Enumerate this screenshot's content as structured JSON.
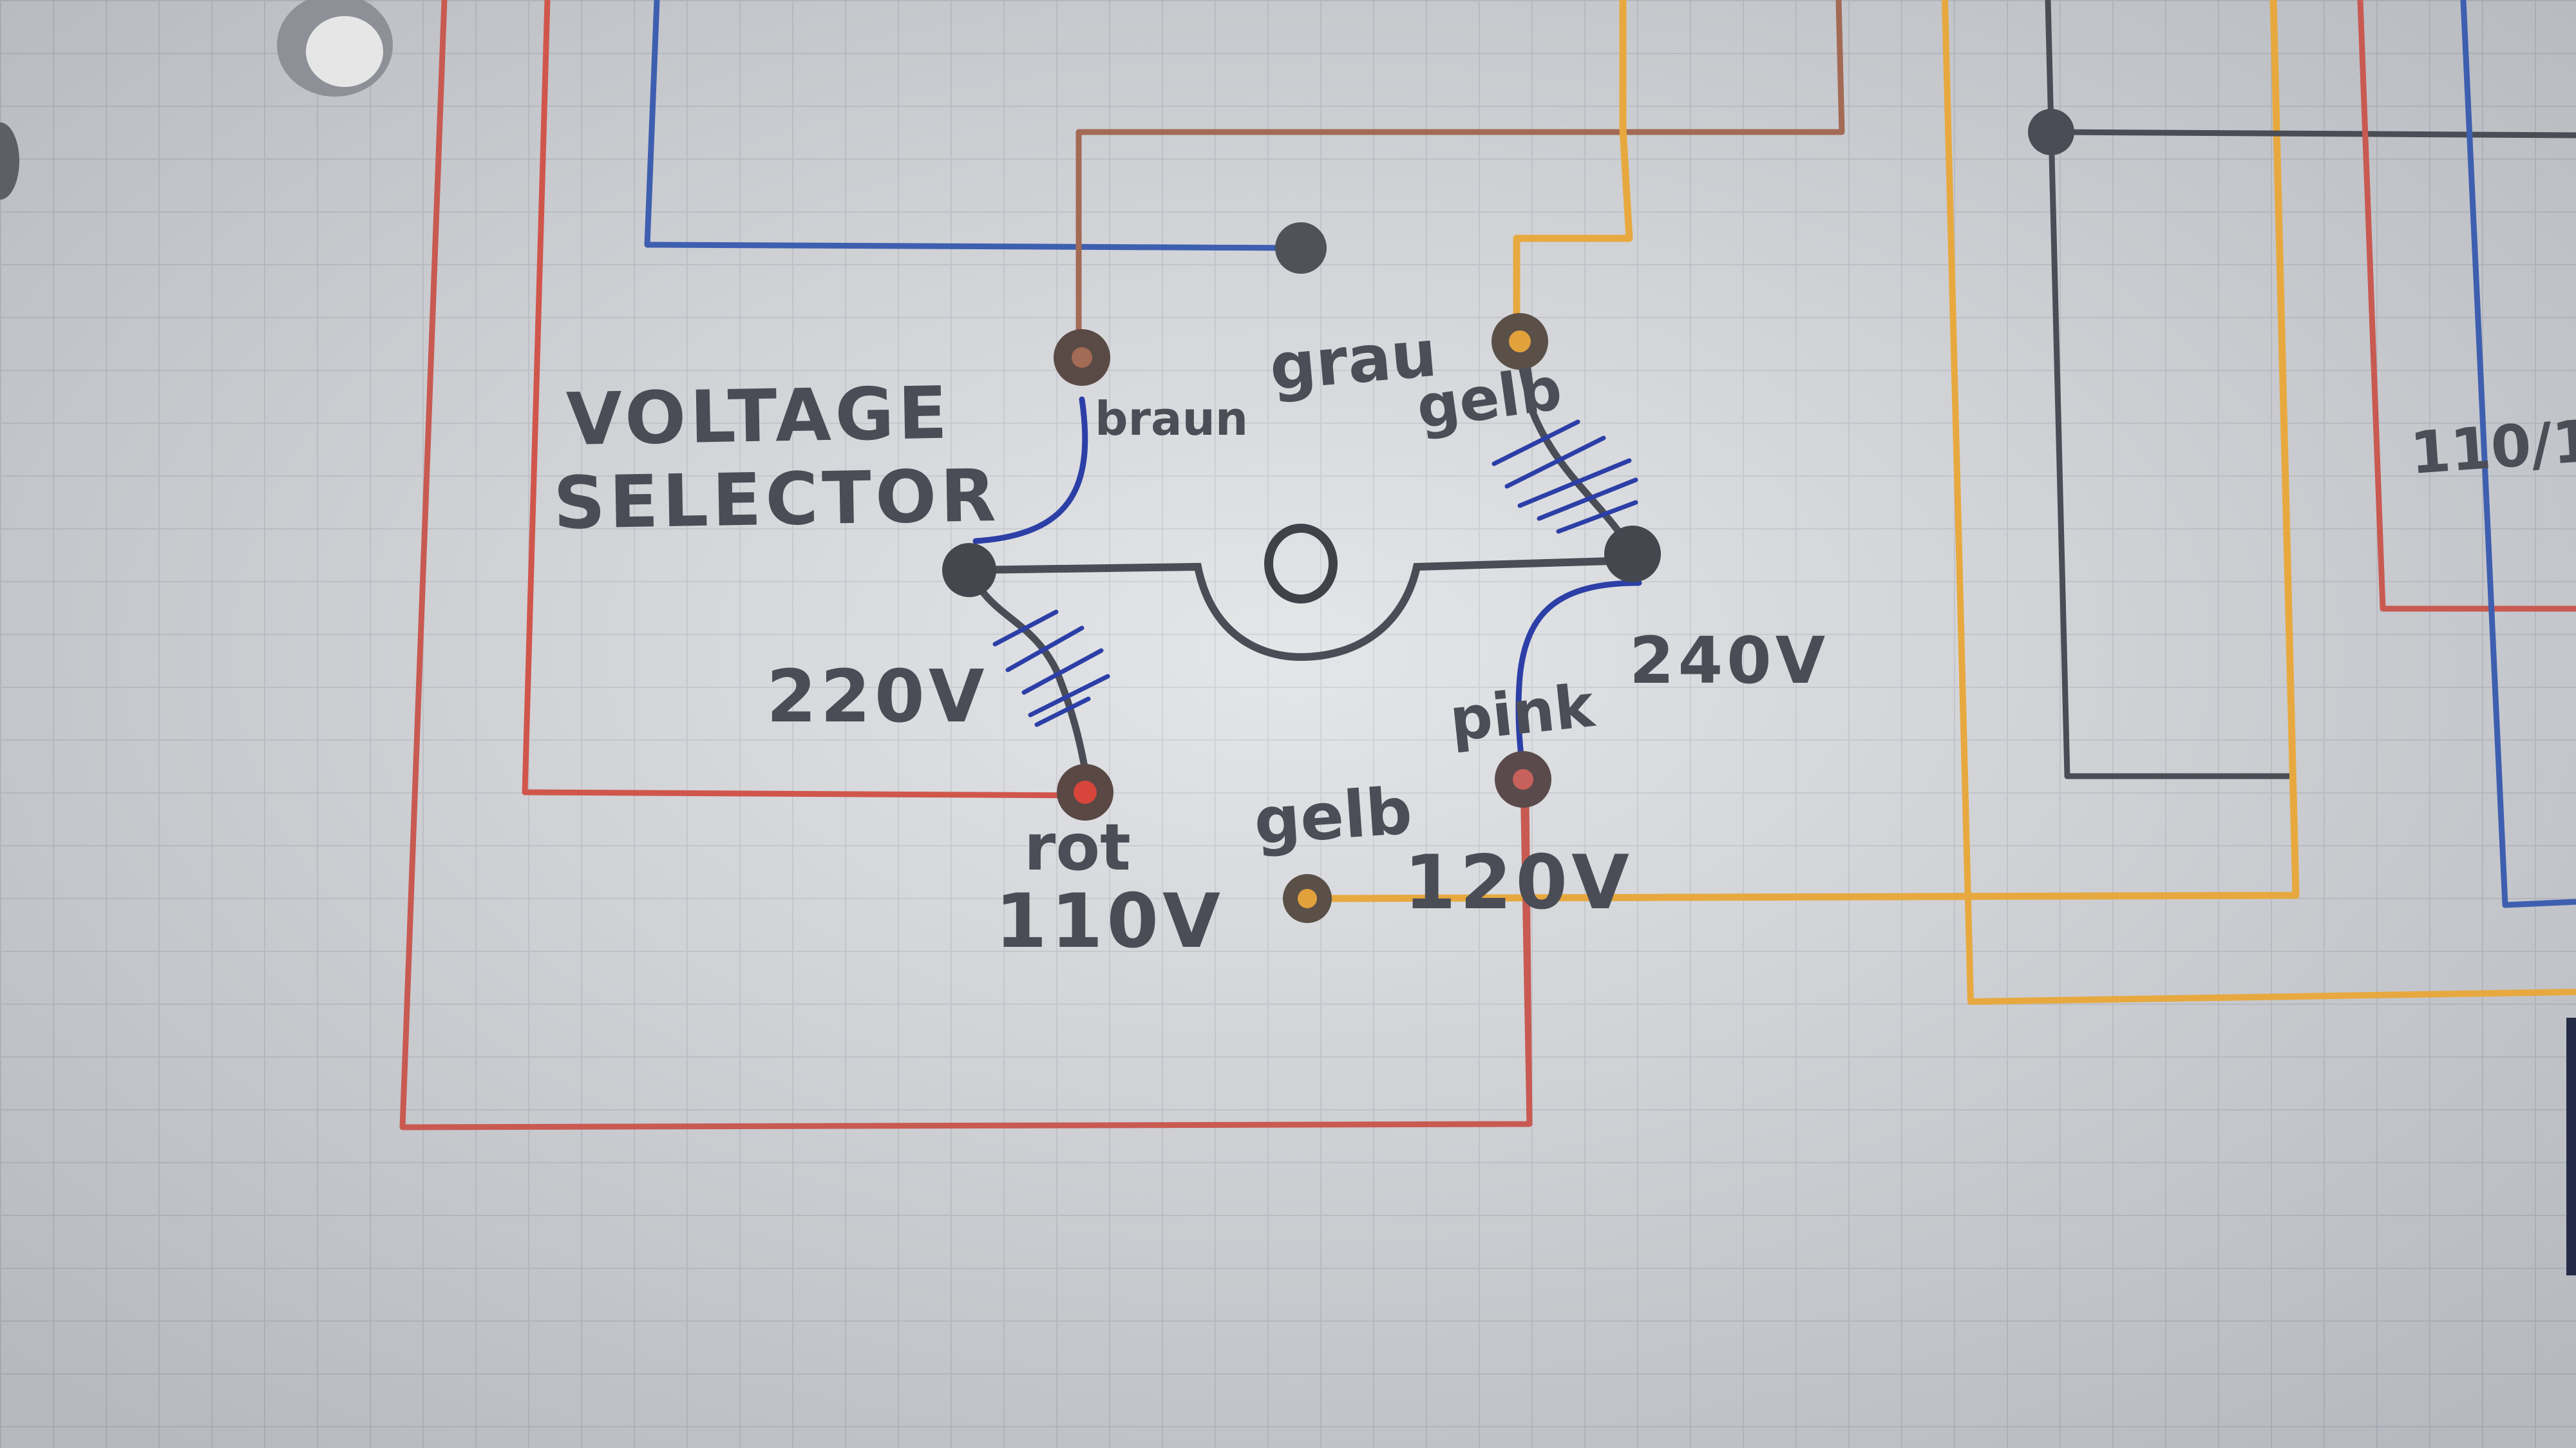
{
  "diagram": {
    "title_line1": "VOLTAGE",
    "title_line2": "SELECTOR",
    "terminals": {
      "grau": "grau",
      "braun": "braun",
      "gelb_top": "gelb",
      "rot": "rot",
      "gelb_bottom": "gelb",
      "pink": "pink"
    },
    "voltages": {
      "v220": "220V",
      "v240": "240V",
      "v110": "110V",
      "v120": "120V",
      "edge_fragment": "110/1"
    },
    "colors": {
      "paper": "#d6d8dc",
      "grid": "#b9bcc3",
      "blue_wire": "#3e5fb0",
      "red_wire": "#c85a52",
      "brown_wire": "#a36a55",
      "yellow_wire": "#e7a93f",
      "dark_wire": "#4a4d55",
      "pen_blue": "#2c3fa7"
    }
  }
}
